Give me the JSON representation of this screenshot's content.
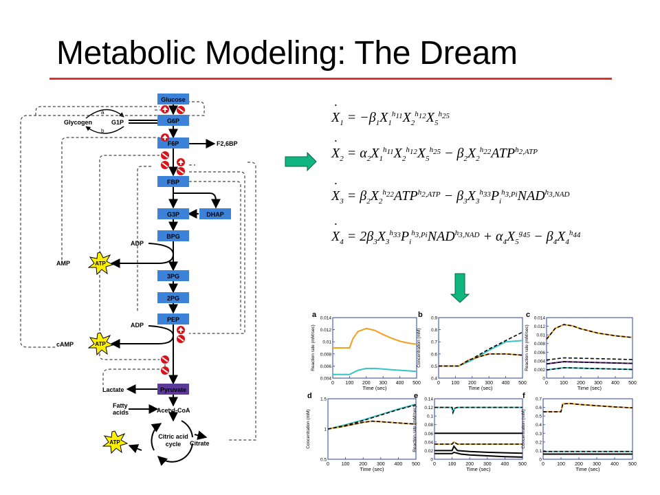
{
  "slide": {
    "title": "Metabolic Modeling: The Dream"
  },
  "pathway": {
    "glucose": "Glucose",
    "g6p": "G6P",
    "f6p": "F6P",
    "fbp": "FBP",
    "g3p": "G3P",
    "dhap": "DHAP",
    "bpg": "BPG",
    "pg3": "3PG",
    "pg2": "2PG",
    "pep": "PEP",
    "pyruvate": "Pyruvate",
    "glycogen": "Glycogen",
    "g1p": "G1P",
    "label_a": "a",
    "label_b": "b",
    "f26bp": "F2,6BP",
    "adp": "ADP",
    "amp": "AMP",
    "camp": "cAMP",
    "atp": "ATP",
    "lactate": "Lactate",
    "fatty_acids": "Fatty\nacids",
    "acetyl_coa": "Acetyl-CoA",
    "citric_cycle": "Citric acid\ncycle",
    "citrate": "Citrate"
  },
  "equations": {
    "eq1": {
      "lhs": "X1",
      "rhs": "= −β1X1^h11X2^h12X5^h25"
    },
    "eq2": {
      "lhs": "X2",
      "rhs": "= α2X1^h11X2^h12X5^h25 − β2X2^h22ATP^h2,ATP"
    },
    "eq3": {
      "lhs": "X3",
      "rhs": "= β2X2^h22ATP^h2,ATP − β3X3^h33Pi^h3,Pi NAD^h3,NAD"
    },
    "eq4": {
      "lhs": "X4",
      "rhs": "= 2β3X3^h33Pi^h3,Pi NAD^h3,NAD + α4X5^g45 − β4X4^h44"
    }
  },
  "colors": {
    "enzyme_box": "#3b82d8",
    "pyruvate_box": "#5b3a99",
    "arrow_green": "#11b57f",
    "atp_star": "#ffef00",
    "title_rule": "#e0322c",
    "inhibit": "#d7141a"
  },
  "chart_data": [
    {
      "type": "line",
      "panel": "a",
      "ylabel": "Reaction rate (mM/sec)",
      "xlabel": "Time (sec)",
      "xlim": [
        0,
        500
      ],
      "ylim": [
        0.004,
        0.014
      ],
      "xticks": [
        0,
        100,
        200,
        300,
        400,
        500
      ],
      "yticks": [
        0.004,
        0.006,
        0.008,
        0.01,
        0.012,
        0.014
      ],
      "ytick_labels": [
        "0.004",
        "0.006",
        "0.008",
        "0.01",
        "0.012",
        "0.014"
      ],
      "series": [
        {
          "color": "#000000",
          "dash": true,
          "x": [
            0,
            100,
            120,
            150,
            200,
            250,
            300,
            350,
            400,
            450,
            500
          ],
          "y": [
            0.009,
            0.009,
            0.0105,
            0.0117,
            0.0122,
            0.0119,
            0.0112,
            0.0106,
            0.0101,
            0.0098,
            0.0096
          ]
        },
        {
          "color": "#f2a01d",
          "x": [
            0,
            100,
            120,
            150,
            200,
            250,
            300,
            350,
            400,
            450,
            500
          ],
          "y": [
            0.009,
            0.009,
            0.0105,
            0.0117,
            0.0122,
            0.0119,
            0.0112,
            0.0106,
            0.0101,
            0.0098,
            0.0096
          ]
        },
        {
          "color": "#000000",
          "dash": true,
          "x": [
            0,
            100,
            150,
            200,
            250,
            300,
            350,
            400,
            450,
            500
          ],
          "y": [
            0.0046,
            0.0046,
            0.0053,
            0.0056,
            0.0056,
            0.0055,
            0.0054,
            0.0053,
            0.0052,
            0.0051
          ]
        },
        {
          "color": "#36c6c6",
          "x": [
            0,
            100,
            150,
            200,
            250,
            300,
            350,
            400,
            450,
            500
          ],
          "y": [
            0.0046,
            0.0046,
            0.0053,
            0.0056,
            0.0056,
            0.0055,
            0.0054,
            0.0053,
            0.0052,
            0.0051
          ]
        }
      ]
    },
    {
      "type": "line",
      "panel": "b",
      "ylabel": "Concentration (mM)",
      "xlabel": "Time (sec)",
      "xlim": [
        0,
        500
      ],
      "ylim": [
        0.4,
        0.9
      ],
      "xticks": [
        0,
        100,
        200,
        300,
        400,
        500
      ],
      "yticks": [
        0.4,
        0.5,
        0.6,
        0.7,
        0.8,
        0.9
      ],
      "ytick_labels": [
        "0.4",
        "0.5",
        "0.6",
        "0.7",
        "0.8",
        "0.9"
      ],
      "series": [
        {
          "color": "#36c6c6",
          "x": [
            0,
            120,
            200,
            300,
            400,
            500
          ],
          "y": [
            0.5,
            0.5,
            0.55,
            0.63,
            0.7,
            0.71
          ]
        },
        {
          "color": "#000000",
          "dash": true,
          "x": [
            0,
            120,
            200,
            300,
            400,
            500
          ],
          "y": [
            0.5,
            0.5,
            0.56,
            0.64,
            0.71,
            0.78
          ]
        },
        {
          "color": "#f2a01d",
          "x": [
            0,
            120,
            180,
            250,
            300,
            400,
            500
          ],
          "y": [
            0.5,
            0.5,
            0.55,
            0.58,
            0.6,
            0.6,
            0.59
          ]
        },
        {
          "color": "#000000",
          "dash": true,
          "x": [
            0,
            120,
            180,
            250,
            300,
            400,
            500
          ],
          "y": [
            0.5,
            0.5,
            0.55,
            0.58,
            0.6,
            0.6,
            0.59
          ]
        }
      ]
    },
    {
      "type": "line",
      "panel": "c",
      "ylabel": "Reaction rate (mM/sec)",
      "xlabel": "Time (sec)",
      "xlim": [
        0,
        500
      ],
      "ylim": [
        0,
        0.014
      ],
      "xticks": [
        0,
        100,
        200,
        300,
        400,
        500
      ],
      "yticks": [
        0,
        0.002,
        0.004,
        0.006,
        0.008,
        0.01,
        0.012,
        0.014
      ],
      "ytick_labels": [
        "0",
        "0.002",
        "0.004",
        "0.006",
        "0.008",
        "0.01",
        "0.012",
        "0.014"
      ],
      "series": [
        {
          "color": "#f2a01d",
          "x": [
            0,
            50,
            100,
            150,
            200,
            300,
            400,
            500
          ],
          "y": [
            0.009,
            0.0115,
            0.0124,
            0.0121,
            0.0114,
            0.0104,
            0.0098,
            0.0094
          ]
        },
        {
          "color": "#000000",
          "dash": true,
          "x": [
            0,
            50,
            100,
            150,
            200,
            300,
            400,
            500
          ],
          "y": [
            0.009,
            0.0115,
            0.0124,
            0.0121,
            0.0114,
            0.0104,
            0.0098,
            0.0094
          ]
        },
        {
          "color": "#000000",
          "dash": true,
          "x": [
            0,
            100,
            200,
            300,
            400,
            500
          ],
          "y": [
            0.0042,
            0.0047,
            0.0046,
            0.0045,
            0.0044,
            0.0043
          ]
        },
        {
          "color": "#6b2a8c",
          "x": [
            0,
            100,
            200,
            300,
            400,
            500
          ],
          "y": [
            0.0033,
            0.0038,
            0.0037,
            0.0036,
            0.0035,
            0.0034
          ]
        },
        {
          "color": "#000000",
          "dash": true,
          "x": [
            0,
            100,
            200,
            300,
            400,
            500
          ],
          "y": [
            0.0033,
            0.0038,
            0.0037,
            0.0036,
            0.0035,
            0.0034
          ]
        },
        {
          "color": "#36c6c6",
          "x": [
            0,
            100,
            200,
            300,
            400,
            500
          ],
          "y": [
            0.0019,
            0.0024,
            0.0023,
            0.0022,
            0.0021,
            0.002
          ]
        },
        {
          "color": "#000000",
          "dash": true,
          "x": [
            0,
            100,
            200,
            300,
            400,
            500
          ],
          "y": [
            0.0019,
            0.0024,
            0.0023,
            0.0022,
            0.0021,
            0.002
          ]
        }
      ]
    },
    {
      "type": "line",
      "panel": "d",
      "ylabel": "Concentration (mM)",
      "xlabel": "Time (sec)",
      "xlim": [
        0,
        500
      ],
      "ylim": [
        0.5,
        1.5
      ],
      "xticks": [
        0,
        100,
        200,
        300,
        400,
        500
      ],
      "yticks": [
        0.5,
        1,
        1.5
      ],
      "ytick_labels": [
        "0.5",
        "1",
        "1.5"
      ],
      "series": [
        {
          "color": "#36c6c6",
          "x": [
            0,
            100,
            200,
            300,
            400,
            500
          ],
          "y": [
            1,
            1.07,
            1.15,
            1.24,
            1.33,
            1.41
          ]
        },
        {
          "color": "#000000",
          "dash": true,
          "x": [
            0,
            100,
            200,
            300,
            400,
            500
          ],
          "y": [
            1,
            1.06,
            1.14,
            1.23,
            1.32,
            1.4
          ]
        },
        {
          "color": "#f2a01d",
          "x": [
            0,
            100,
            200,
            250,
            300,
            400,
            500
          ],
          "y": [
            1,
            1.05,
            1.11,
            1.13,
            1.12,
            1.1,
            1.08
          ]
        },
        {
          "color": "#000000",
          "dash": true,
          "x": [
            0,
            100,
            200,
            250,
            300,
            400,
            500
          ],
          "y": [
            1,
            1.05,
            1.11,
            1.13,
            1.12,
            1.1,
            1.08
          ]
        }
      ]
    },
    {
      "type": "line",
      "panel": "e",
      "ylabel": "Reaction rate (mM/sec)",
      "xlabel": "Time (sec)",
      "xlim": [
        0,
        500
      ],
      "ylim": [
        0,
        0.14
      ],
      "xticks": [
        0,
        100,
        200,
        300,
        400,
        500
      ],
      "yticks": [
        0,
        0.02,
        0.04,
        0.06,
        0.08,
        0.1,
        0.12,
        0.14
      ],
      "ytick_labels": [
        "0",
        "0.02",
        "0.04",
        "0.06",
        "0.08",
        "0.1",
        "0.12",
        "0.14"
      ],
      "series": [
        {
          "color": "#36c6c6",
          "x": [
            0,
            100,
            105,
            115,
            130,
            500
          ],
          "y": [
            0.12,
            0.12,
            0.108,
            0.118,
            0.12,
            0.12
          ]
        },
        {
          "color": "#000000",
          "dash": true,
          "x": [
            0,
            100,
            105,
            115,
            130,
            500
          ],
          "y": [
            0.12,
            0.12,
            0.108,
            0.118,
            0.12,
            0.12
          ]
        },
        {
          "color": "#000000",
          "x": [
            0,
            500
          ],
          "y": [
            0.06,
            0.06
          ]
        },
        {
          "color": "#f2a01d",
          "x": [
            0,
            100,
            110,
            130,
            500
          ],
          "y": [
            0.035,
            0.035,
            0.04,
            0.035,
            0.035
          ]
        },
        {
          "color": "#000000",
          "dash": true,
          "x": [
            0,
            100,
            110,
            130,
            500
          ],
          "y": [
            0.035,
            0.035,
            0.04,
            0.035,
            0.035
          ]
        },
        {
          "color": "#000000",
          "x": [
            0,
            100,
            110,
            130,
            200,
            300,
            400,
            500
          ],
          "y": [
            0.02,
            0.02,
            0.03,
            0.02,
            0.018,
            0.016,
            0.015,
            0.014
          ]
        },
        {
          "color": "#000000",
          "x": [
            0,
            100,
            110,
            150,
            200,
            300,
            400,
            500
          ],
          "y": [
            0.013,
            0.013,
            0.016,
            0.012,
            0.01,
            0.008,
            0.006,
            0.005
          ]
        }
      ]
    },
    {
      "type": "line",
      "panel": "f",
      "ylabel": "Concentration (mM)",
      "xlabel": "Time (sec)",
      "xlim": [
        0,
        500
      ],
      "ylim": [
        0,
        0.7
      ],
      "xticks": [
        0,
        100,
        200,
        300,
        400,
        500
      ],
      "yticks": [
        0,
        0.1,
        0.2,
        0.3,
        0.4,
        0.5,
        0.6,
        0.7
      ],
      "ytick_labels": [
        "0",
        "0.1",
        "0.2",
        "0.3",
        "0.4",
        "0.5",
        "0.6",
        "0.7"
      ],
      "series": [
        {
          "color": "#f2a01d",
          "x": [
            0,
            100,
            110,
            150,
            200,
            300,
            400,
            500
          ],
          "y": [
            0.55,
            0.55,
            0.64,
            0.645,
            0.635,
            0.62,
            0.605,
            0.595
          ]
        },
        {
          "color": "#000000",
          "dash": true,
          "x": [
            0,
            100,
            110,
            150,
            200,
            300,
            400,
            500
          ],
          "y": [
            0.55,
            0.55,
            0.64,
            0.645,
            0.635,
            0.62,
            0.605,
            0.595
          ]
        },
        {
          "color": "#36c6c6",
          "x": [
            0,
            500
          ],
          "y": [
            0.09,
            0.09
          ]
        },
        {
          "color": "#000000",
          "dash": true,
          "x": [
            0,
            500
          ],
          "y": [
            0.09,
            0.09
          ]
        },
        {
          "color": "#000000",
          "x": [
            0,
            500
          ],
          "y": [
            0.06,
            0.06
          ]
        }
      ]
    }
  ]
}
